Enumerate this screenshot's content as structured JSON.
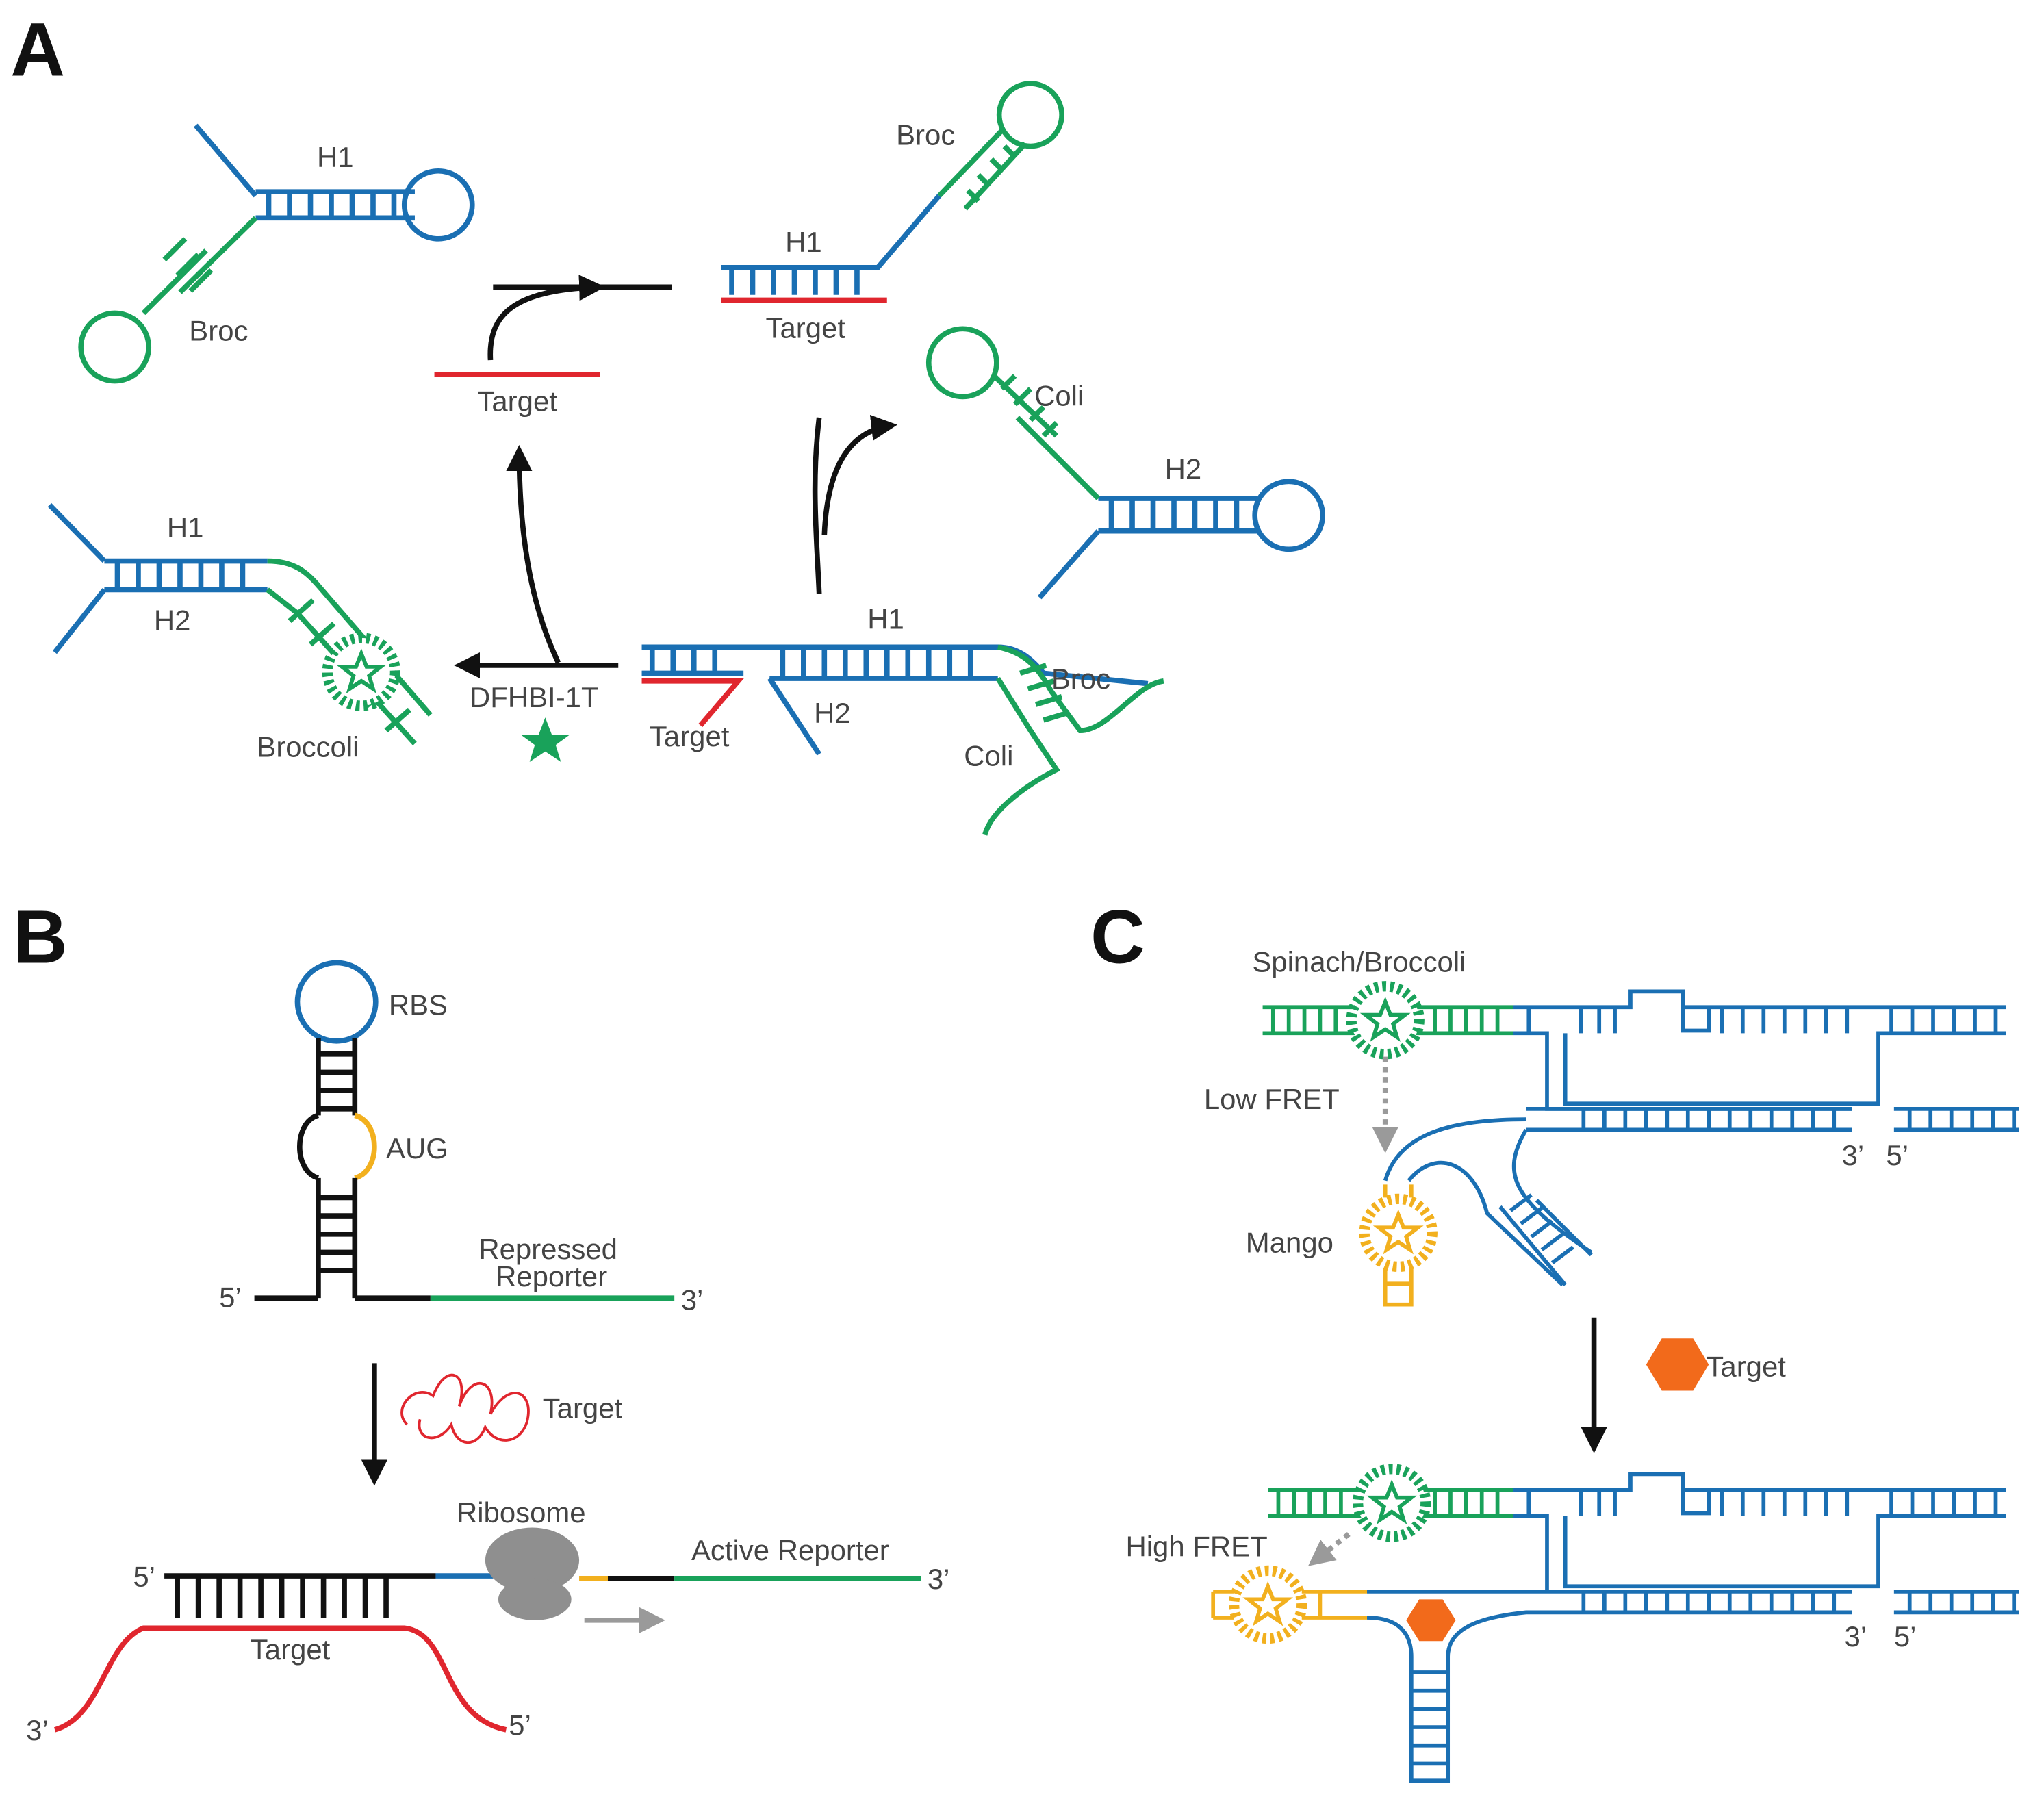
{
  "colors": {
    "blue": "#1a6fb3",
    "green": "#19a25a",
    "red": "#e0262e",
    "yellow": "#f2b01e",
    "black": "#111111",
    "gray": "#8f8f8f",
    "orange": "#f26a1b",
    "label": "#444444"
  },
  "panels": {
    "a": {
      "letter": "A",
      "hairpin1": {
        "stem_label": "H1",
        "tail_label": "Broc"
      },
      "input_target_label": "Target",
      "hybrid": {
        "h1_label": "H1",
        "broc_label": "Broc",
        "target_label": "Target"
      },
      "hairpin2": {
        "stem_label": "H2",
        "tail_label": "Coli"
      },
      "intermediate": {
        "h1_label": "H1",
        "h2_label": "H2",
        "target_label": "Target",
        "broc_label": "Broc",
        "coli_label": "Coli"
      },
      "product": {
        "h1_label": "H1",
        "h2_label": "H2",
        "aptamer_label": "Broccoli"
      },
      "dye_label": "DFHBI-1T",
      "icons": [
        "star-icon"
      ]
    },
    "b": {
      "letter": "B",
      "rbs_label": "RBS",
      "aug_label": "AUG",
      "end5_label": "5’",
      "end3_label": "3’",
      "repressed_reporter_label": "Repressed\nReporter",
      "target_label": "Target",
      "ribosome_label": "Ribosome",
      "active_reporter_label": "Active Reporter",
      "bottom_5_label": "5’",
      "bottom_3_label": "3’",
      "bound_target_label": "Target",
      "target_end3_label": "3’",
      "target_end5_label": "5’"
    },
    "c": {
      "letter": "C",
      "aptamer_label": "Spinach/Broccoli",
      "low_fret_label": "Low FRET",
      "mango_label": "Mango",
      "target_label": "Target",
      "high_fret_label": "High FRET",
      "top_end3_label": "3’",
      "top_end5_label": "5’",
      "bottom_end3_label": "3’",
      "bottom_end5_label": "5’",
      "icons": [
        "hexagon-icon",
        "star-icon"
      ]
    }
  }
}
